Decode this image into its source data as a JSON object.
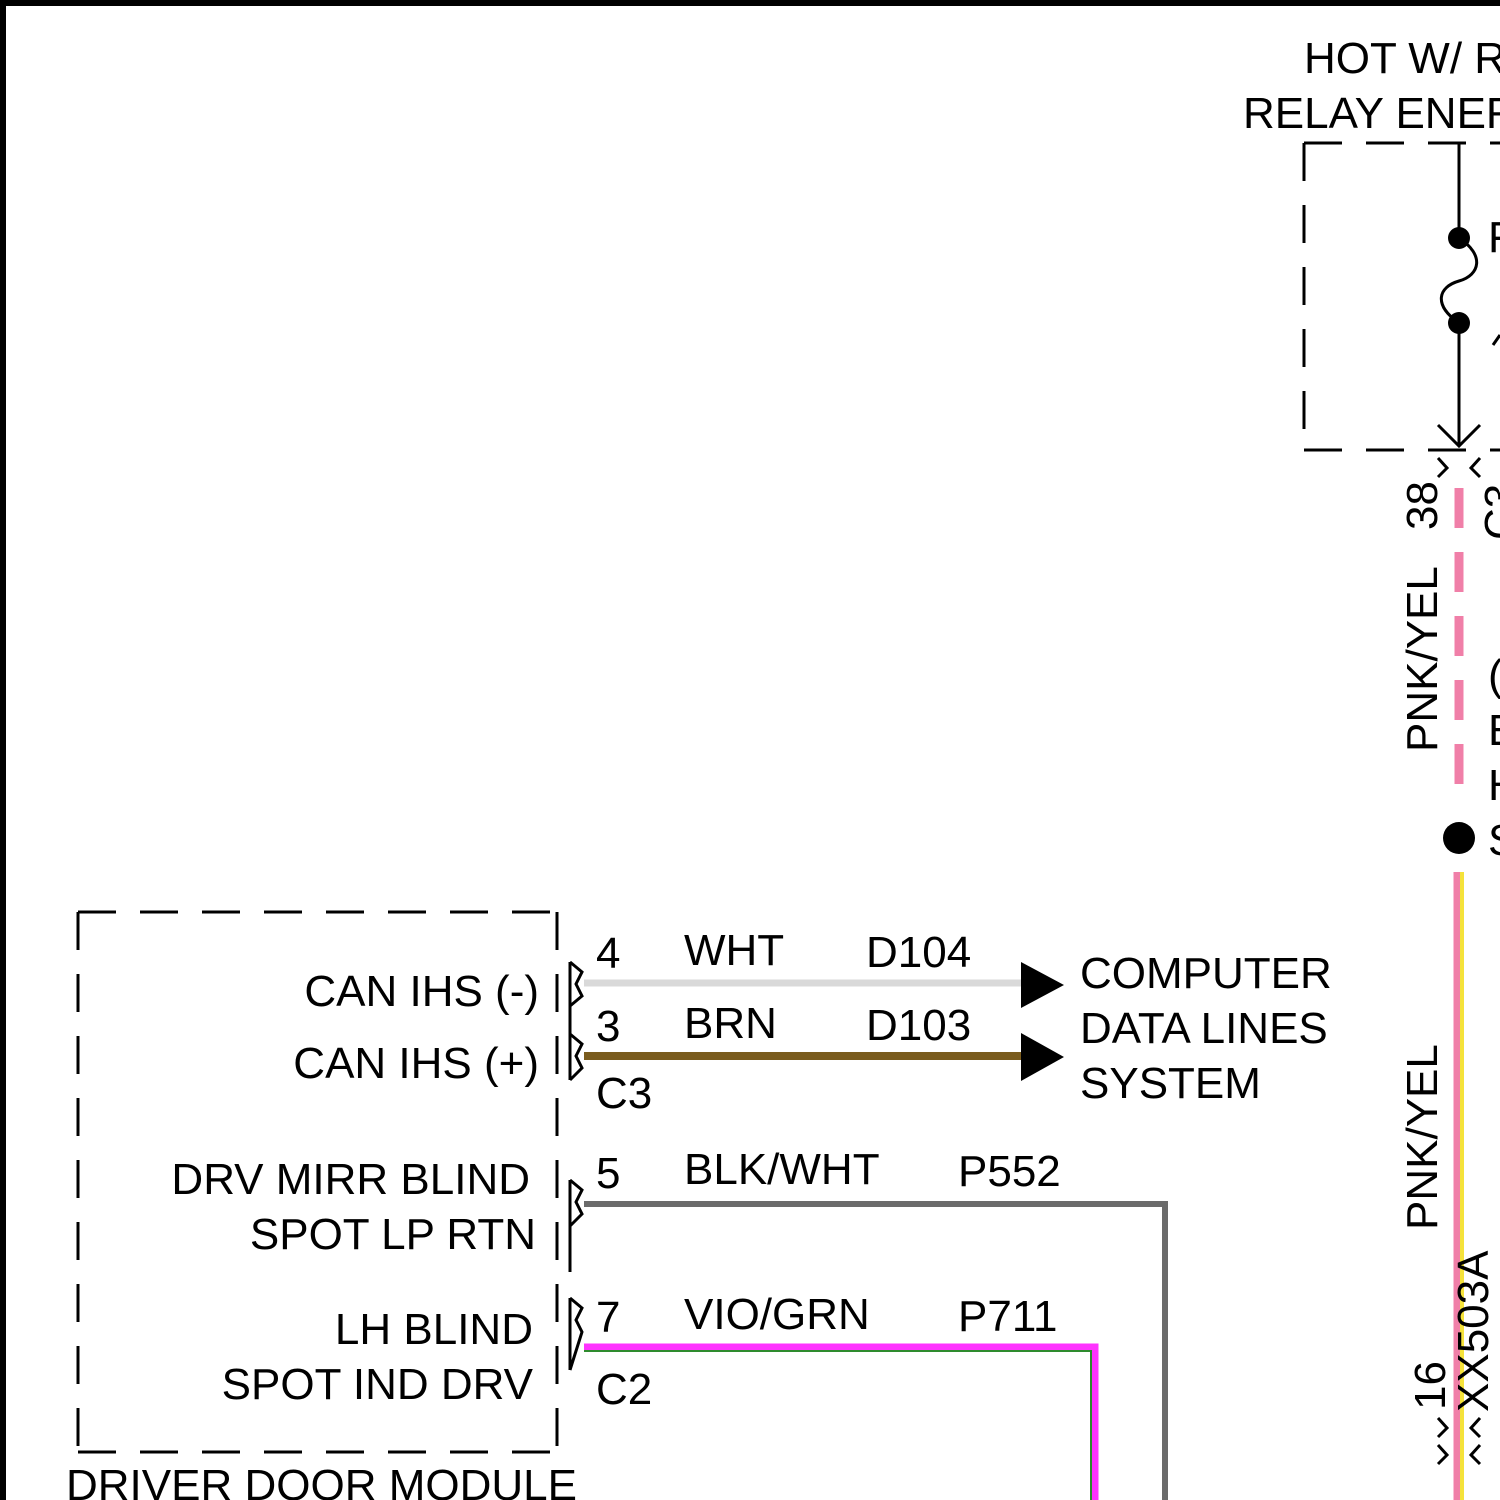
{
  "top_right": {
    "power_line1": "HOT W/ R",
    "power_line2": "RELAY ENER",
    "fuse_label": "F",
    "connector_pin": "38",
    "connector_name": "C3",
    "wire_color_upper": "PNK/YEL",
    "side_text": [
      "(",
      "E",
      "H",
      "S"
    ],
    "wire_color_lower": "PNK/YEL",
    "lower_pin": "16",
    "lower_circuit": "XX503A"
  },
  "module": {
    "name": "DRIVER DOOR MODULE",
    "pins": [
      {
        "label_lines": [
          "CAN IHS (-)"
        ],
        "pin": "4",
        "wire_color": "WHT",
        "circuit": "D104"
      },
      {
        "label_lines": [
          "CAN IHS (+)"
        ],
        "pin": "3",
        "wire_color": "BRN",
        "circuit": "D103"
      },
      {
        "label_lines": [
          "DRV MIRR BLIND",
          "SPOT LP RTN"
        ],
        "pin": "5",
        "wire_color": "BLK/WHT",
        "circuit": "P552"
      },
      {
        "label_lines": [
          "LH BLIND",
          "SPOT IND DRV"
        ],
        "pin": "7",
        "wire_color": "VIO/GRN",
        "circuit": "P711"
      }
    ],
    "connectors": [
      "C3",
      "C2"
    ]
  },
  "destination": {
    "lines": [
      "COMPUTER",
      "DATA LINES",
      "SYSTEM"
    ]
  },
  "colors": {
    "wht": "#d9d9d9",
    "brn": "#7a5c1e",
    "blk_wht": "#6b6b6b",
    "vio": "#ff33ff",
    "grn": "#2e8b2e",
    "pnk": "#f07fa8",
    "yel": "#f5e23a"
  }
}
